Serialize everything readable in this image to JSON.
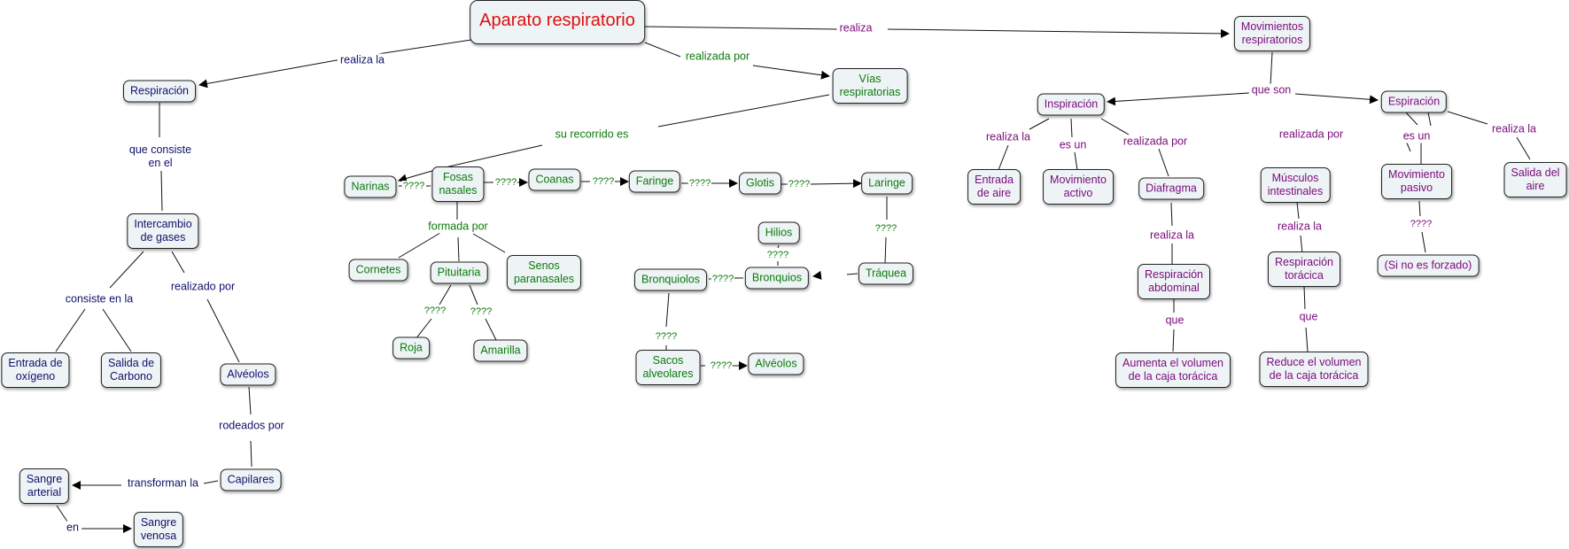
{
  "colors": {
    "root": "#dd1111",
    "navy": "#10106a",
    "green": "#0b7a0b",
    "purple": "#7a0a7a",
    "node_fill": "#eef3f6"
  },
  "nodes": {
    "aparato": "Aparato respiratorio",
    "respiracion": "Respiración",
    "intercambio": "Intercambio\nde gases",
    "entrada_oxigeno": "Entrada de\noxígeno",
    "salida_carbono": "Salida de\nCarbono",
    "alveolos_left": "Alvéolos",
    "capilares": "Capilares",
    "sangre_arterial": "Sangre\narterial",
    "sangre_venosa": "Sangre\nvenosa",
    "vias": "Vías\nrespiratorias",
    "narinas": "Narinas",
    "fosas": "Fosas\nnasales",
    "coanas": "Coanas",
    "faringe": "Faringe",
    "glotis": "Glotis",
    "laringe": "Laringe",
    "cornetes": "Cornetes",
    "pituitaria": "Pituitaria",
    "senos": "Senos\nparanasales",
    "roja": "Roja",
    "amarilla": "Amarilla",
    "hilios": "Hilios",
    "bronquiolos": "Bronquiolos",
    "bronquios": "Bronquios",
    "traquea": "Tráquea",
    "sacos": "Sacos\nalveolares",
    "alveolos_mid": "Alvéolos",
    "movimientos": "Movimientos\nrespiratorios",
    "inspiracion": "Inspiración",
    "espiracion": "Espiración",
    "entrada_aire": "Entrada\nde aire",
    "mov_activo": "Movimiento\nactivo",
    "diafragma": "Diafragma",
    "resp_abdominal": "Respiración\nabdominal",
    "aumenta": "Aumenta el volumen\nde la caja torácica",
    "musculos": "Músculos\nintestinales",
    "resp_toracica": "Respiración\ntorácica",
    "reduce": "Reduce el volumen\nde la caja torácica",
    "mov_pasivo": "Movimiento\npasivo",
    "si_no_forzado": "(Si no es forzado)",
    "salida_aire": "Salida del\naire"
  },
  "links": {
    "realiza_la_resp": "realiza la",
    "realizada_por_vias": "realizada por",
    "realiza_mov": "realiza",
    "que_consiste": "que consiste\nen el",
    "consiste_en_la": "consiste en la",
    "realizado_por": "realizado por",
    "rodeados_por": "rodeados por",
    "transforman_la": "transforman la",
    "en": "en",
    "su_recorrido_es": "su recorrido es",
    "q_narinas": "????",
    "q_coanas": "????",
    "q_faringe": "????",
    "q_glotis": "????",
    "q_laringe": "????",
    "formada_por": "formada por",
    "q_roja": "????",
    "q_amarilla": "????",
    "q_traquea": "????",
    "q_hilios": "????",
    "q_bronquiolos": "????",
    "q_sacos": "????",
    "q_alveolos": "????",
    "que_son": "que son",
    "realiza_la_entrada": "realiza la",
    "es_un_activo": "es un",
    "realizada_por_diafragma": "realizada por",
    "realiza_la_abdominal": "realiza la",
    "que_aumenta": "que",
    "realizada_por_musculos": "realizada por",
    "realiza_la_toracica": "realiza la",
    "que_reduce": "que",
    "es_un_pasivo": "es un",
    "q_forzado": "????",
    "realiza_la_salida": "realiza la"
  }
}
